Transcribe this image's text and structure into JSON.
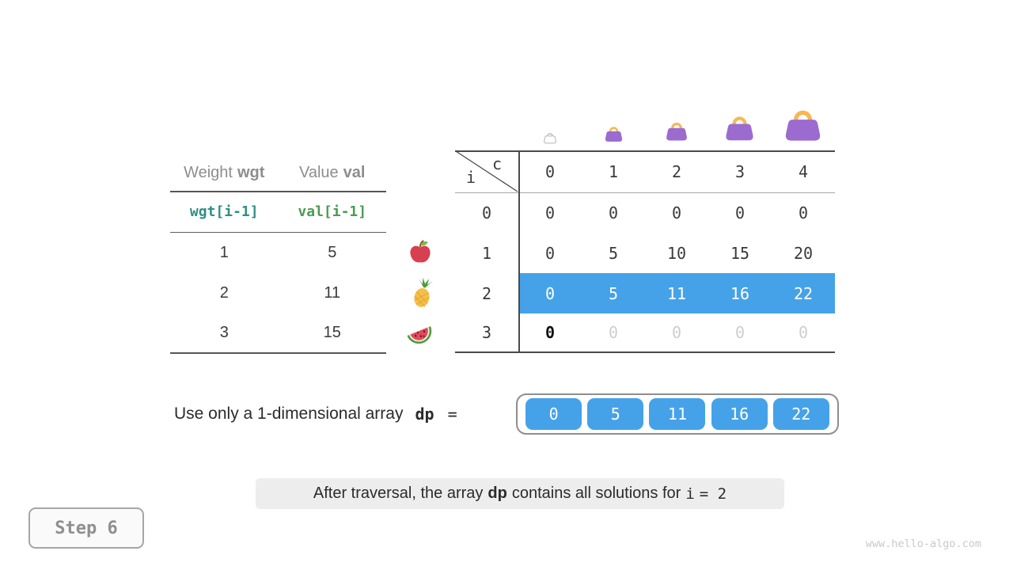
{
  "page": {
    "step_label": "Step 6",
    "watermark": "www.hello-algo.com"
  },
  "item_table": {
    "header": {
      "weight_label": "Weight",
      "weight_code": "wgt",
      "value_label": "Value",
      "value_code": "val"
    },
    "formula_row": {
      "weight": "wgt[i-1]",
      "value": "val[i-1]"
    },
    "rows": [
      {
        "weight": "1",
        "value": "5",
        "fruit": "apple"
      },
      {
        "weight": "2",
        "value": "11",
        "fruit": "pineapple"
      },
      {
        "weight": "3",
        "value": "15",
        "fruit": "watermelon"
      }
    ]
  },
  "dp_table": {
    "corner": {
      "col_var": "c",
      "row_var": "i"
    },
    "col_headers": [
      "0",
      "1",
      "2",
      "3",
      "4"
    ],
    "rows": [
      {
        "label": "0",
        "values": [
          "0",
          "0",
          "0",
          "0",
          "0"
        ],
        "state": "computed"
      },
      {
        "label": "1",
        "values": [
          "0",
          "5",
          "10",
          "15",
          "20"
        ],
        "state": "computed"
      },
      {
        "label": "2",
        "values": [
          "0",
          "5",
          "11",
          "16",
          "22"
        ],
        "state": "highlighted"
      },
      {
        "label": "3",
        "values": [
          "0",
          "0",
          "0",
          "0",
          "0"
        ],
        "state": "pending-first-only"
      }
    ],
    "bag_icons": [
      "bag-capacity-0",
      "bag-capacity-1",
      "bag-capacity-2",
      "bag-capacity-3",
      "bag-capacity-4"
    ]
  },
  "dp_array": {
    "label_text": "Use only a 1-dimensional array",
    "label_code": "dp",
    "equals": "=",
    "values": [
      "0",
      "5",
      "11",
      "16",
      "22"
    ]
  },
  "caption": {
    "part1": "After traversal, the array",
    "code1": "dp",
    "part2": "contains all solutions for",
    "code2": "i",
    "part3": "= 2"
  },
  "colors": {
    "highlight_blue": "#45a2e8",
    "wgt_teal": "#2f8f88",
    "val_green": "#4c9b53",
    "bag_purple": "#9b6bd0",
    "bag_handle_orange": "#f6b853",
    "pending_gray": "#cecece"
  }
}
